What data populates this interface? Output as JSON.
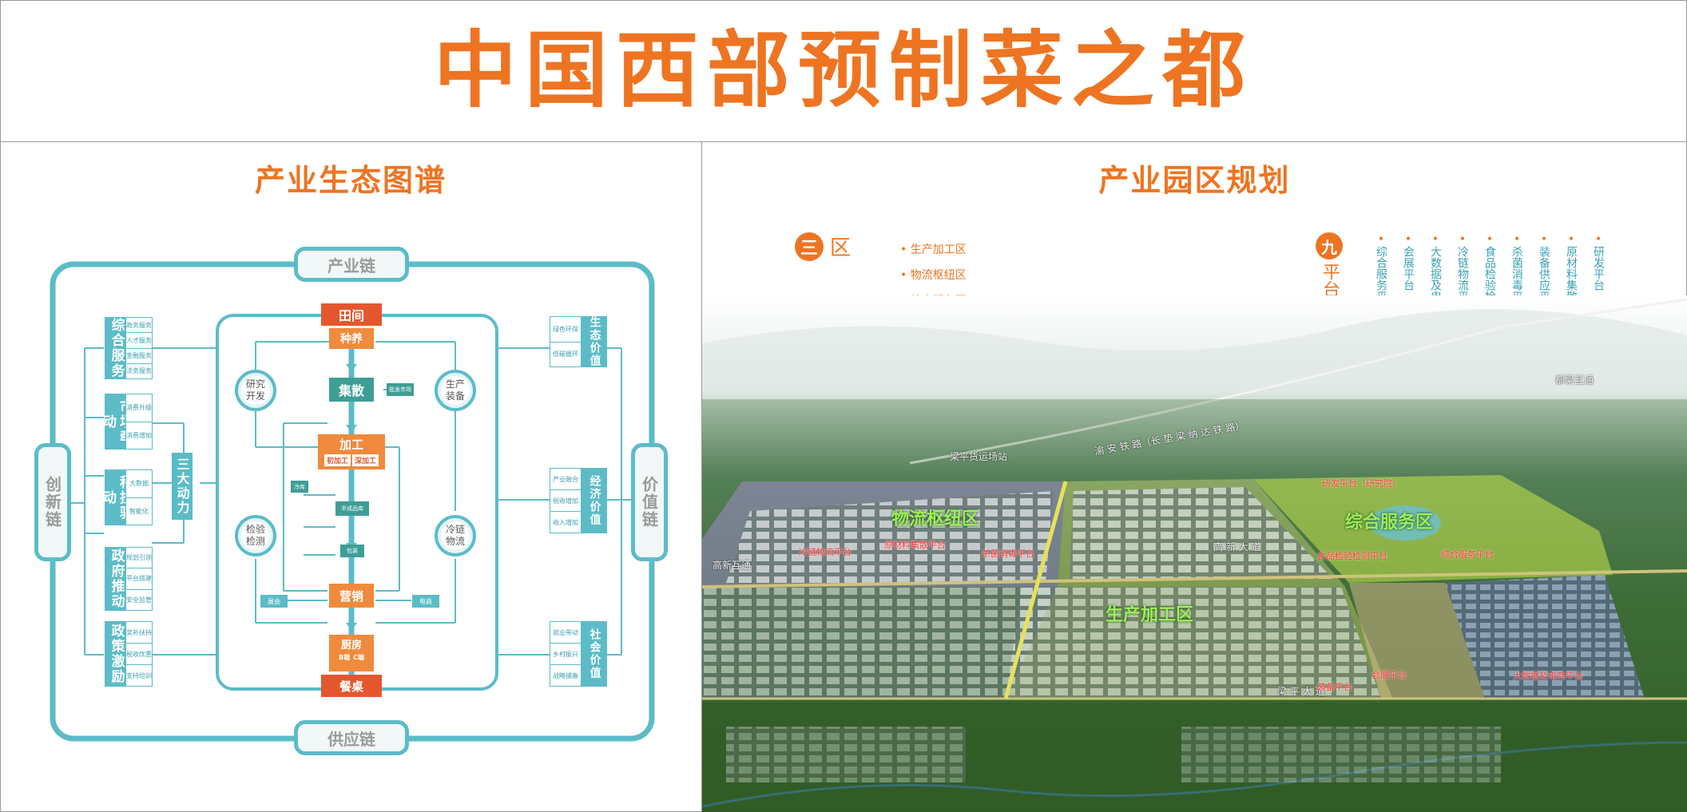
{
  "header": {
    "title": "中国西部预制菜之都"
  },
  "left": {
    "title": "产业生态图谱",
    "chains": {
      "top": "产业链",
      "bottom": "供应链",
      "left": "创新链",
      "right": "价值链"
    },
    "drivers": [
      {
        "label": "综合服务",
        "subs": [
          "政务服务",
          "人才服务",
          "金融服务",
          "法务服务"
        ]
      },
      {
        "label": "市场牵动",
        "subs": [
          "消费升级",
          "消费增加"
        ]
      },
      {
        "label": "科技驱动",
        "subs": [
          "大数据",
          "智能化"
        ]
      },
      {
        "label": "政府推动",
        "subs": [
          "规划引领",
          "平台搭建",
          "安全监管"
        ]
      },
      {
        "label": "政策激励",
        "subs": [
          "奖补扶持",
          "税收优惠",
          "支持培训"
        ]
      }
    ],
    "san_da": "三大动力",
    "values": [
      {
        "label": "生态价值",
        "subs": [
          "绿色环保",
          "低碳循环"
        ]
      },
      {
        "label": "经济价值",
        "subs": [
          "产业融合",
          "税收增加",
          "收入增加"
        ]
      },
      {
        "label": "社会价值",
        "subs": [
          "就业带动",
          "乡村振兴",
          "战略储备"
        ]
      }
    ],
    "flow": {
      "tianjian": "田间",
      "zhongyang": "种养",
      "jisan": "集散",
      "sub_jisan": "批发市场",
      "jiagong": "加工",
      "chu": "初加工",
      "shen": "深加工",
      "cold": "冷库",
      "mid1": "半成品库",
      "mid2": "包装",
      "yingxiao": "营销",
      "shanghui": "展会",
      "dianshang": "电商",
      "chufang": "厨房",
      "b_end": "B端",
      "c_end": "C端",
      "canzhuo": "餐桌"
    },
    "circles": {
      "tl": "研究开发",
      "tr": "生产装备",
      "bl": "检验检测",
      "br": "冷链物流"
    }
  },
  "right": {
    "title": "产业园区规划",
    "sanqu": {
      "num": "三",
      "char": "区",
      "zones": [
        "生产加工区",
        "物流枢纽区",
        "综合服务区"
      ]
    },
    "jiu": {
      "num": "九",
      "label": "平台",
      "platforms": [
        "研发平台（研究院）",
        "原材料集散平台",
        "装备供应平台",
        "杀菌消毒平台",
        "食品检验检测平台",
        "冷链物流平台",
        "大数据及电商平台",
        "会展平台",
        "综合服务平台"
      ]
    },
    "map_labels": {
      "logistics": "物流枢纽区",
      "production": "生产加工区",
      "service": "综合服务区",
      "station": "梁平货运场站",
      "interchange": "高新互通",
      "metro": "都梁互通",
      "railway": "渝 安 铁 路（长 垫 梁 纳 达 铁 路）",
      "road1": "高 新 大 道",
      "road2": "梁 平 大 道",
      "plat1": "冷链物流平台",
      "plat2": "原材料集散平台",
      "plat3": "杀菌消毒平台",
      "plat4": "研发平台（研究院）",
      "plat5": "食品检验检测平台",
      "plat6": "综合服务平台",
      "plat7": "装备平台",
      "plat8": "会展平台",
      "plat9": "大数据及电商平台"
    }
  }
}
